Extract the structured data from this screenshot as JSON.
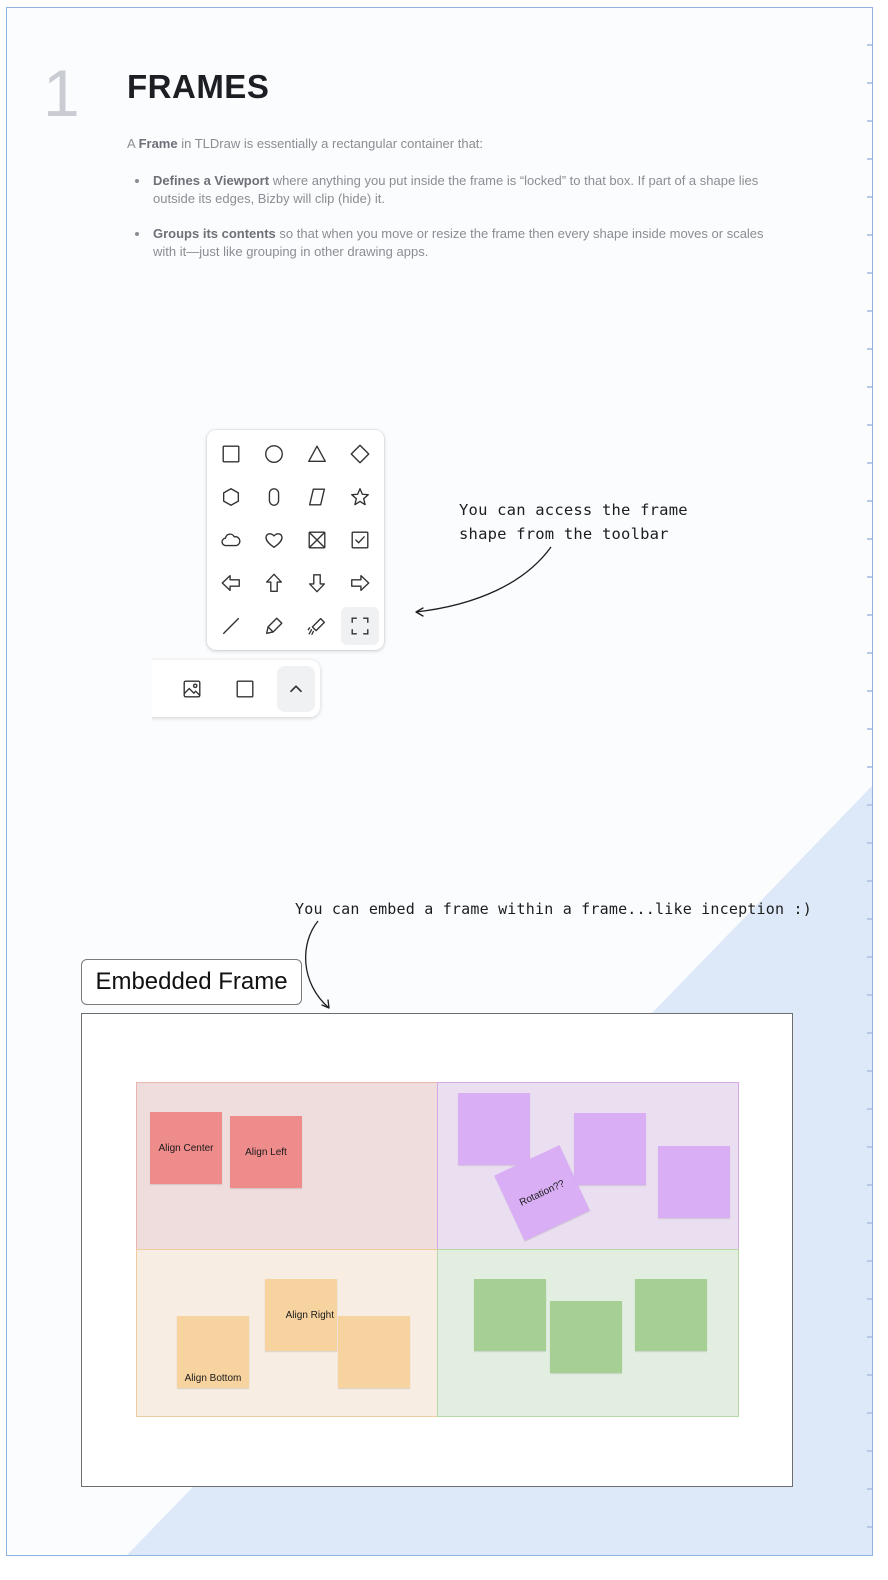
{
  "section": {
    "number": "1",
    "title": "FRAMES"
  },
  "intro": {
    "prefix": "A ",
    "bold": "Frame",
    "suffix": " in TLDraw is essentially a rectangular container that:"
  },
  "bullets": [
    {
      "bold": "Defines a Viewport",
      "text": " where anything you put inside the frame is “locked” to that box. If part of a shape lies outside its edges, Bizby will clip (hide) it."
    },
    {
      "bold": "Groups its contents",
      "text": " so that when you move or resize the frame then every shape inside moves or scales with it—just like grouping in other drawing apps."
    }
  ],
  "shape_menu": {
    "rows": [
      [
        "rectangle-icon",
        "ellipse-icon",
        "triangle-icon",
        "diamond-icon"
      ],
      [
        "hexagon-icon",
        "oval-icon",
        "trapezoid-icon",
        "star-icon"
      ],
      [
        "cloud-icon",
        "heart-icon",
        "x-box-icon",
        "check-box-icon"
      ],
      [
        "arrow-left-icon",
        "arrow-up-icon",
        "arrow-down-icon",
        "arrow-right-icon"
      ],
      [
        "line-icon",
        "highlighter-icon",
        "laser-icon",
        "frame-icon"
      ]
    ],
    "active": "frame-icon"
  },
  "toolbar": {
    "items": [
      "image-icon",
      "rectangle-icon",
      "chevron-up-icon"
    ],
    "active": "chevron-up-icon"
  },
  "annotations": {
    "toolbar_note_line1": "You can access the frame",
    "toolbar_note_line2": "shape from the toolbar",
    "inception_note": "You can embed a frame within a frame...like inception :)"
  },
  "embedded_frame": {
    "label": "Embedded Frame",
    "notes": {
      "align_center": "Align Center",
      "align_left": "Align Left",
      "rotation": "Rotation??",
      "align_right": "Align Right",
      "align_bottom": "Align Bottom"
    }
  },
  "colors": {
    "accent_border": "#8fb3e3",
    "red_note": "#ee8b8b",
    "violet_note": "#d9aef5",
    "orange_note": "#f6d39f",
    "green_note": "#a5cf93",
    "background_triangle": "#dde8f8"
  }
}
